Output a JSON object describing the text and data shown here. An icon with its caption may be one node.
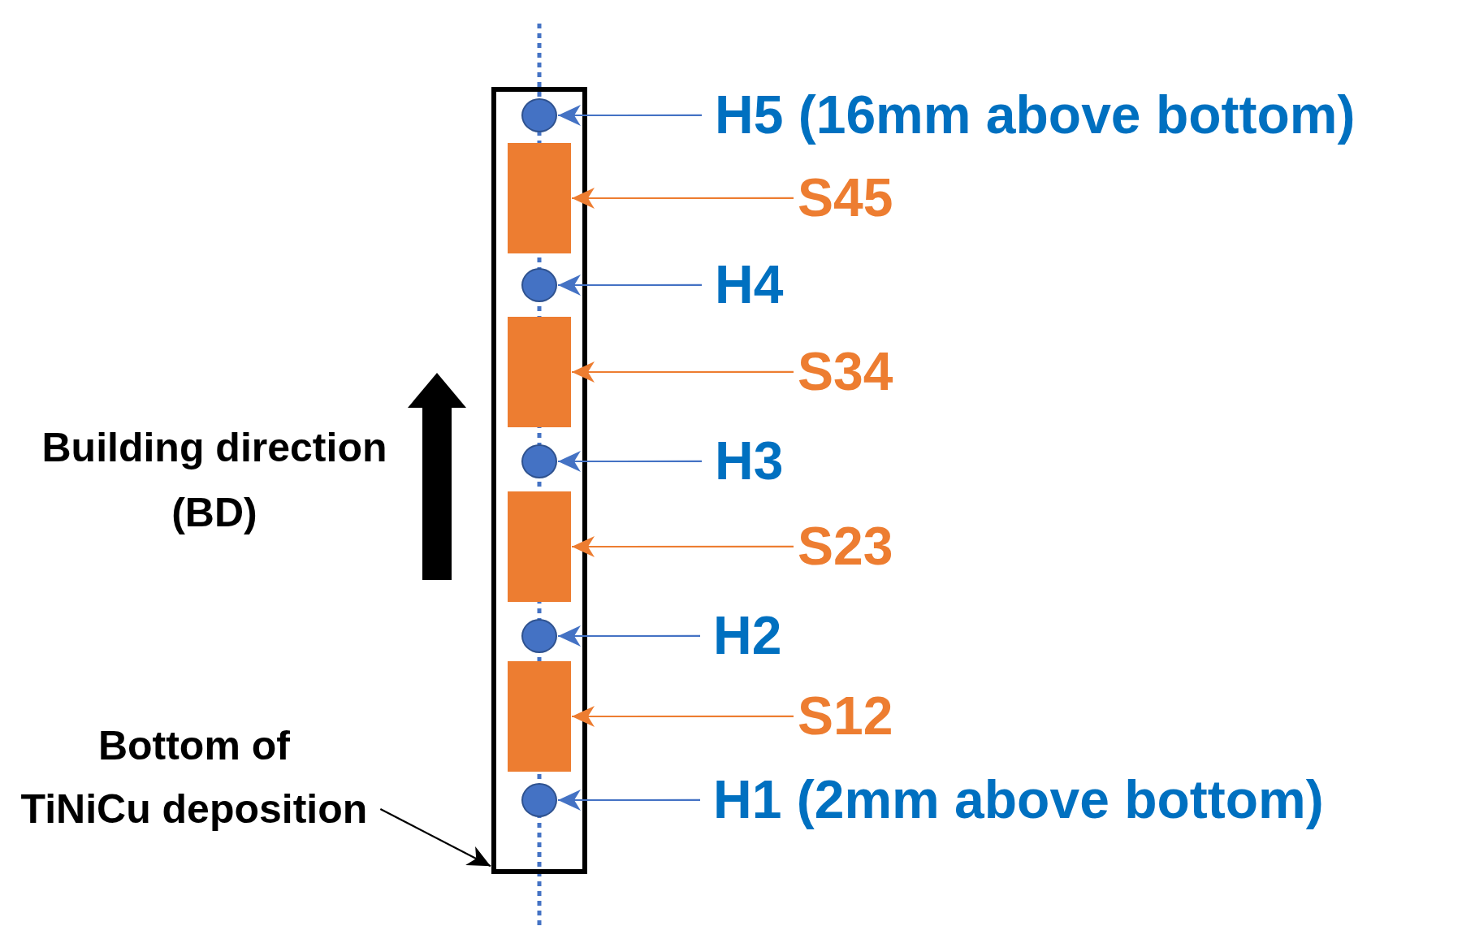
{
  "diagram": {
    "nodes": [
      {
        "text": [],
        "shape": "box"
      },
      {
        "text": [],
        "shape": "circle",
        "in": 0
      },
      {
        "text": [],
        "shape": "box",
        "in": 0
      },
      {
        "text": [],
        "shape": "circle",
        "in": 0
      },
      {
        "text": [],
        "shape": "box",
        "in": 0
      },
      {
        "text": [],
        "shape": "circle",
        "in": 0
      },
      {
        "text": [],
        "shape": "box",
        "in": 0
      },
      {
        "text": [],
        "shape": "circle",
        "in": 0
      },
      {
        "text": [],
        "shape": "box",
        "in": 0
      },
      {
        "text": [],
        "shape": "circle",
        "in": 0
      },
      {
        "text": [
          "H5 (16mm above bottom)"
        ]
      },
      {
        "text": [
          "S45"
        ]
      },
      {
        "text": [
          "H4"
        ]
      },
      {
        "text": [
          "S34"
        ]
      },
      {
        "text": [
          "H3"
        ]
      },
      {
        "text": [
          "S23"
        ]
      },
      {
        "text": [
          "H2"
        ]
      },
      {
        "text": [
          "S12"
        ]
      },
      {
        "text": [
          "H1 (2mm above bottom)"
        ]
      },
      {
        "text": [
          "Bottom of TiNiCu deposition"
        ]
      }
    ],
    "edges": [
      {
        "from": 10,
        "to": 1,
        "arrow": "to"
      },
      {
        "from": 11,
        "to": 2,
        "arrow": "to",
        "color": "#ed7d31"
      },
      {
        "from": 12,
        "to": 3,
        "arrow": "to"
      },
      {
        "from": 13,
        "to": 4,
        "arrow": "to",
        "color": "#ed7d31"
      },
      {
        "from": 14,
        "to": 5,
        "arrow": "to"
      },
      {
        "from": 15,
        "to": 6,
        "arrow": "to",
        "color": "#ed7d31"
      },
      {
        "from": 16,
        "to": 7,
        "arrow": "to"
      },
      {
        "from": 17,
        "to": 8,
        "arrow": "to",
        "color": "#ed7d31"
      },
      {
        "from": 18,
        "to": 9,
        "arrow": "to"
      },
      {
        "from": 19,
        "to": 0,
        "arrow": "to",
        "color": "#000000"
      }
    ],
    "labels": [
      "Building direction (BD)"
    ]
  }
}
